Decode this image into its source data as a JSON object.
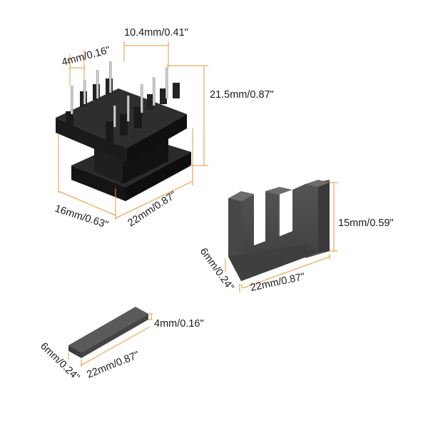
{
  "labels": {
    "pin_pitch": "4mm/0.16\"",
    "pin_span": "10.4mm/0.41\"",
    "bobbin_height": "21.5mm/0.87\"",
    "bobbin_depth": "16mm/0.63\"",
    "bobbin_width": "22mm/0.87\"",
    "e_core_height": "15mm/0.59\"",
    "e_core_depth": "6mm/0.24\"",
    "e_core_width": "22mm/0.87\"",
    "i_bar_height": "4mm/0.16\"",
    "i_bar_depth": "6mm/0.24\"",
    "i_bar_width": "22mm/0.87\""
  },
  "colors": {
    "dimension": "#e8963a",
    "bobbin_plastic": "#1c1c1c",
    "ferrite": "#4a4a4a",
    "pin_metal": "#c9c9c9"
  }
}
